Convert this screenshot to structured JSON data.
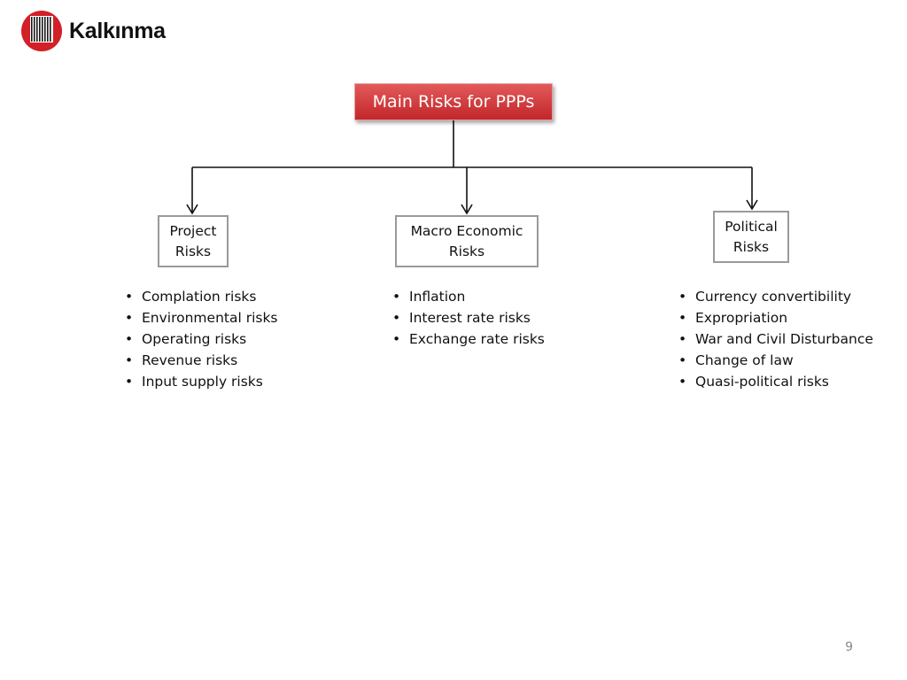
{
  "logo": {
    "text": "Kalkınma",
    "mark_color": "#d32028",
    "icon": "kalkinma-logo-icon"
  },
  "diagram": {
    "main": {
      "label": "Main Risks for PPPs",
      "color": "#c9302c"
    },
    "categories": [
      {
        "id": "project",
        "title_lines": [
          "Project",
          "Risks"
        ],
        "items": [
          "Complation risks",
          "Environmental risks",
          "Operating risks",
          "Revenue risks",
          "Input supply risks"
        ]
      },
      {
        "id": "macro",
        "title_lines": [
          "Macro Economic",
          "Risks"
        ],
        "items": [
          "Inflation",
          "Interest rate risks",
          "Exchange rate risks"
        ]
      },
      {
        "id": "political",
        "title_lines": [
          "Political",
          "Risks"
        ],
        "items": [
          "Currency convertibility",
          "Expropriation",
          "War and Civil Disturbance",
          "Change of law",
          "Quasi-political risks"
        ]
      }
    ]
  },
  "footer": {
    "page_number": "9"
  }
}
